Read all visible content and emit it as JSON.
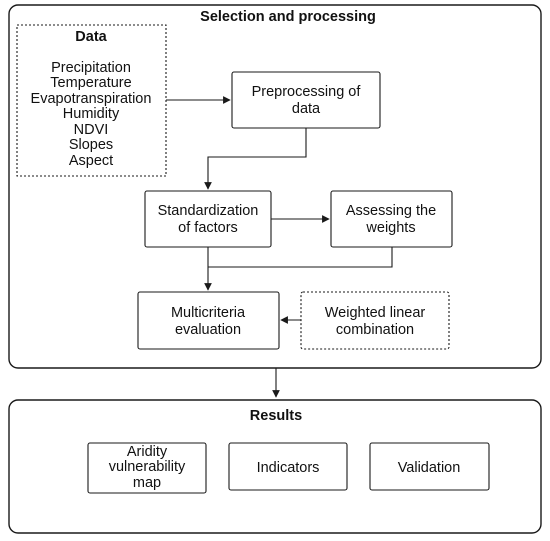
{
  "selection": {
    "title": "Selection and processing",
    "data_box": {
      "title": "Data",
      "items": [
        "Precipitation",
        "Temperature",
        "Evapotranspiration",
        "Humidity",
        "NDVI",
        "Slopes",
        "Aspect"
      ]
    },
    "preprocessing": [
      "Preprocessing of",
      "data"
    ],
    "standardization": [
      "Standardization",
      "of factors"
    ],
    "weights": [
      "Assessing the",
      "weights"
    ],
    "multicriteria": [
      "Multicriteria",
      "evaluation"
    ],
    "wlc": [
      "Weighted linear",
      "combination"
    ]
  },
  "results": {
    "title": "Results",
    "aridity": [
      "Aridity",
      "vulnerability",
      "map"
    ],
    "indicators": "Indicators",
    "validation": "Validation"
  }
}
